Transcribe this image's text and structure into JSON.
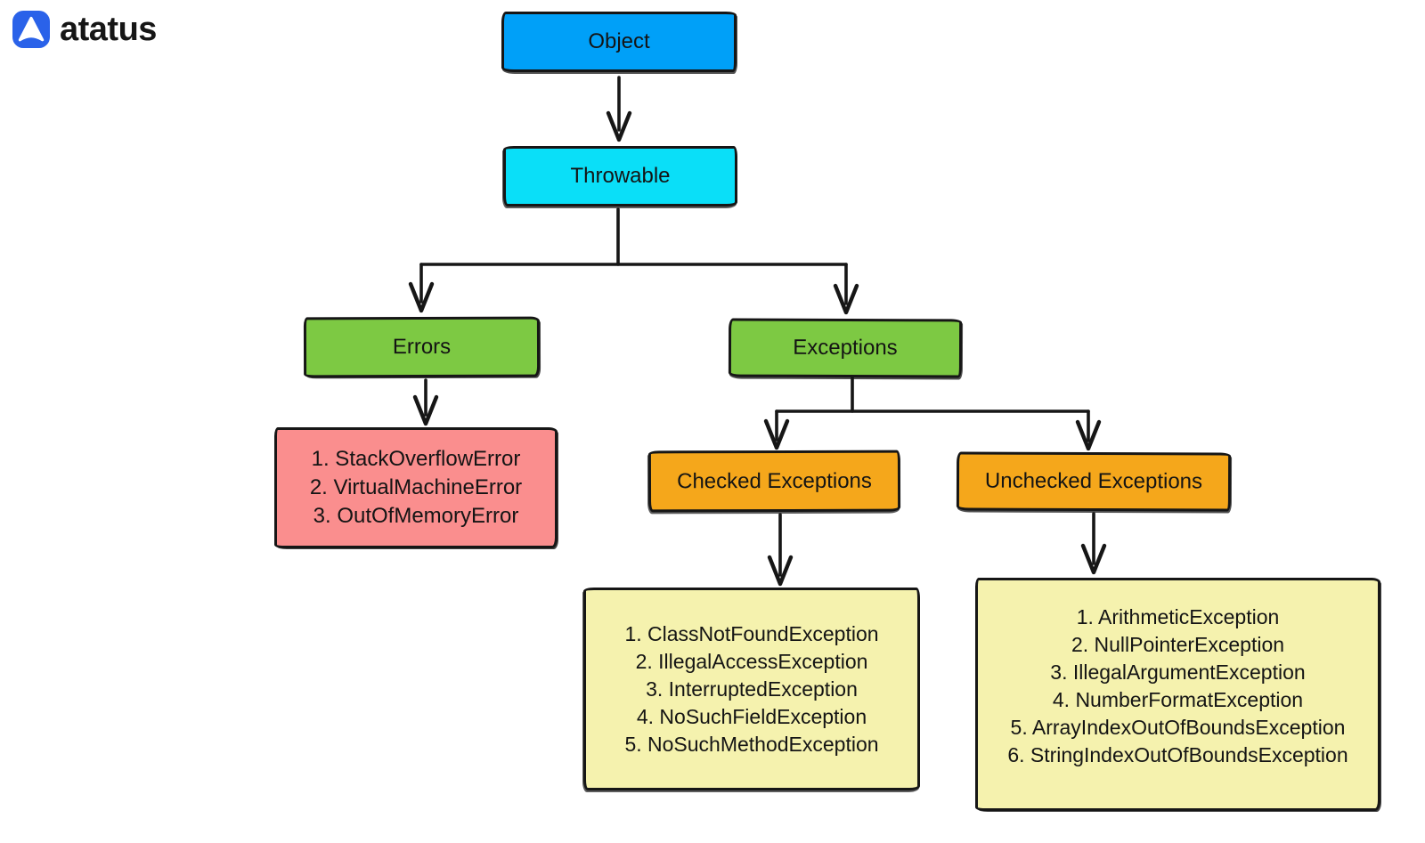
{
  "brand": {
    "logo_icon": "atatus-logo-icon",
    "name": "atatus",
    "logo_color": "#2A62E9",
    "text_color": "#161616"
  },
  "colors": {
    "object": "#00A0F8",
    "throwable": "#0ADFF8",
    "branch_green": "#7DC943",
    "category_orange": "#F5A71B",
    "errors_pink": "#FA8E8E",
    "list_yellow": "#F5F2AE",
    "stroke": "#161616"
  },
  "nodes": {
    "object": {
      "label": "Object"
    },
    "throwable": {
      "label": "Throwable"
    },
    "errors": {
      "label": "Errors"
    },
    "exceptions": {
      "label": "Exceptions"
    },
    "checked": {
      "label": "Checked Exceptions"
    },
    "unchecked": {
      "label": "Unchecked Exceptions"
    },
    "errors_list": {
      "items": [
        "1. StackOverflowError",
        "2. VirtualMachineError",
        "3. OutOfMemoryError"
      ]
    },
    "checked_list": {
      "items": [
        "1. ClassNotFoundException",
        "2. IllegalAccessException",
        "3. InterruptedException",
        "4. NoSuchFieldException",
        "5. NoSuchMethodException"
      ]
    },
    "unchecked_list": {
      "items": [
        "1. ArithmeticException",
        "2. NullPointerException",
        "3. IllegalArgumentException",
        "4. NumberFormatException",
        "5. ArrayIndexOutOfBoundsException",
        "6. StringIndexOutOfBoundsException"
      ]
    }
  }
}
